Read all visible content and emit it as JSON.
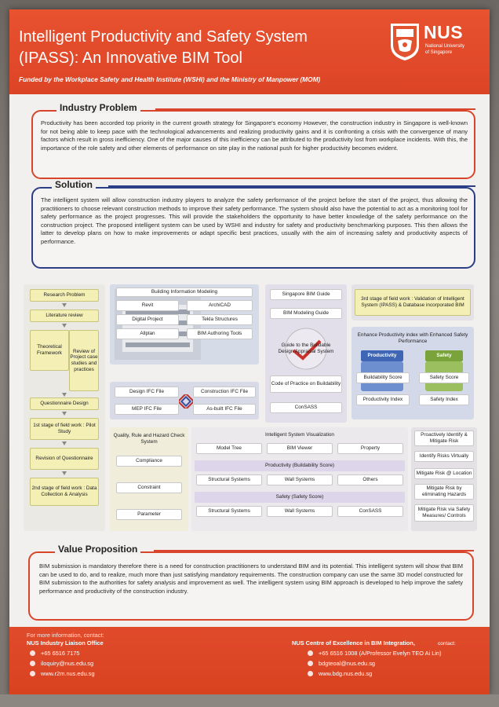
{
  "header": {
    "title_line1": "Intelligent Productivity and Safety System",
    "title_line2": "(IPASS): An Innovative BIM Tool",
    "funding": "Funded by the Workplace Safety and Health Institute (WSHI) and the Ministry of Manpower (MOM)",
    "logo": {
      "word": "NUS",
      "sub1": "National University",
      "sub2": "of Singapore"
    }
  },
  "industry_problem": {
    "title": "Industry Problem",
    "text": "Productivity has been accorded top priority in the current growth strategy for Singapore's economy However, the construction industry in Singapore is well-known for not being able to keep pace with the technological advancements and realizing productivity gains and it is confronting a crisis with the convergence of many factors which result in gross inefficiency. One of the major causes of this inefficiency can be attributed to the productivity lost from workplace incidents.  With this, the importance of the role safety and other elements of performance on site play in the national push for higher productivity becomes evident."
  },
  "solution": {
    "title": "Solution",
    "text": "The intelligent system will allow construction industry players to analyze the safety performance of the project before the start of the project, thus allowing the practitioners to choose relevant construction methods to improve their safety performance. The system should also have the potential to act as a monitoring tool for safety performance as the project progresses. This will provide the stakeholders the opportunity to have better knowledge of the safety performance on the construction project. The proposed intelligent system can be used by WSHI and industry for safety and productivity benchmarking purposes. This then allows the latter to develop plans on how to make improvements or adapt specific best practices, usually with the aim of increasing safety and productivity aspects of performance."
  },
  "diagram": {
    "research": {
      "research_problem": "Research Problem",
      "literature_review": "Literature review",
      "theoretical_framework": "Theoretical Framework",
      "review_of_project": "Review of Project case studies and practices",
      "questionnaire_design": "Questionnaire Design",
      "stage1": "1st stage of field work : Pilot Study",
      "revision": "Revision of Questionnaire",
      "stage2": "2nd stage of field work : Data Collection & Analysis"
    },
    "bim": {
      "title": "Building Information Modeling",
      "revit": "Revit",
      "archicad": "ArchiCAD",
      "digital_project": "Digital Project",
      "tekla": "Tekla Structures",
      "allplan": "Allplan",
      "authoring": "BIM Authoring Tools"
    },
    "ifc": {
      "design": "Design IFC File",
      "construction": "Construction IFC File",
      "mep": "MEP IFC File",
      "asbuilt": "As-built IFC File"
    },
    "guides": {
      "singapore_bim": "Singapore BIM Guide",
      "bim_modeling": "BIM Modeling Guide",
      "buildable_design": "Guide to the Buildable Design Appraisal System",
      "code_of_practice": "Code of Practice on Buildability",
      "consass": "ConSASS"
    },
    "stage3": "3rd stage of field work : Validation of Intelligent System (IPASS) & Database incorporated BIM",
    "enhance": {
      "title": "Enhance Productivity index with Enhanced Safety Performance",
      "productivity": "Productivity",
      "safety": "Safety",
      "buildability_score": "Buildability Score",
      "safety_score": "Safety Score",
      "productivity_index": "Productivity Index",
      "safety_index": "Safety Index"
    },
    "quality": {
      "title": "Quality, Rule and Hazard Check System",
      "compliance": "Compliance",
      "constraint": "Constraint",
      "parameter": "Parameter"
    },
    "visualization": {
      "title": "Intelligent System Visualization",
      "model_tree": "Model Tree",
      "bim_viewer": "BIM Viewer",
      "property": "Property",
      "productivity_title": "Productivity (Buildability Score)",
      "structural1": "Structural Systems",
      "wall1": "Wall Systems",
      "others": "Others",
      "safety_title": "Safety (Safety Score)",
      "structural2": "Structural Systems",
      "wall2": "Wall Systems",
      "consass": "ConSASS"
    },
    "risk": {
      "proactive": "Proactively Identify & Mitigate Risk",
      "identify": "Identify Risks Virtually",
      "location": "Mitigate Risk @ Location",
      "eliminating": "Mitigate Risk by eliminating Hazards",
      "safety_measures": "Mitigate Risk via Safety Measures/ Controls"
    }
  },
  "value_proposition": {
    "title": "Value Proposition",
    "text": "BIM submission is mandatory therefore there is a need for construction practitioners to understand BIM and its potential. This intelligent system will show that BIM can be used to do, and to realize, much more than just satisfying mandatory requirements. The construction company can use the same 3D model constructed for BIM submission to the authorities for safety analysis and improvement as well.  The intelligent system using BIM approach is developed to help improve the safety performance and productivity of the construction industry."
  },
  "footer": {
    "left": {
      "intro": "For more information, contact:",
      "office": "NUS Industry Liaison Office",
      "phone": "+65 6516 7175",
      "email": "iloquiry@nus.edu.sg",
      "web": "www.r2m.nus.edu.sg"
    },
    "right": {
      "centre": "NUS Centre of Excellence in BIM Integration,",
      "contact": "contact:",
      "phone": "+65 6516 1008 (A/Professor Evelyn TEO Ai Lin)",
      "email": "bdgteoal@nus.edu.sg",
      "web": "www.bdg.nus.edu.sg"
    }
  },
  "colors": {
    "header_red": "#dc4426",
    "problem_border": "#d9452a",
    "solution_border": "#2c3f86",
    "research_yellow": "#f3efb5",
    "productivity_blue": "#3e66b4",
    "safety_green": "#7aa33c"
  }
}
